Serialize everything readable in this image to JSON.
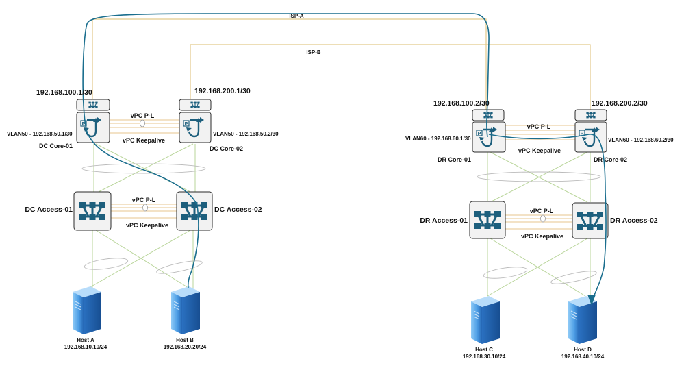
{
  "colors": {
    "wan": "#e2c98a",
    "vpc": "#e7c48d",
    "downlink": "#b9d59a",
    "flow": "#1a6e8e",
    "device_stroke": "#2a2a2a",
    "device_fill": "#f2f2f2",
    "icon": "#1d5f7d",
    "server_light": "#6fb6f0",
    "server_dark": "#2a79c9"
  },
  "wan": {
    "isp_a": "ISP-A",
    "isp_b": "ISP-B"
  },
  "dc": {
    "core1": {
      "name": "DC Core-01",
      "wan_ip": "192.168.100.1/30",
      "vlan_ip": "VLAN50 - 192.168.50.1/30",
      "icon": "layer3-router-icon"
    },
    "core2": {
      "name": "DC Core-02",
      "wan_ip": "192.168.200.1/30",
      "vlan_ip": "VLAN50 - 192.168.50.2/30",
      "icon": "layer3-router-icon"
    },
    "core_peer_link": "vPC P-L",
    "core_keepalive": "vPC Keepalive",
    "access1": {
      "name": "DC Access-01",
      "icon": "switch-icon"
    },
    "access2": {
      "name": "DC Access-02",
      "icon": "switch-icon"
    },
    "access_peer_link": "vPC P-L",
    "access_keepalive": "vPC Keepalive",
    "host_a": {
      "name": "Host A",
      "ip": "192.168.10.10/24",
      "icon": "server-icon"
    },
    "host_b": {
      "name": "Host B",
      "ip": "192.168.20.20/24",
      "icon": "server-icon"
    }
  },
  "dr": {
    "core1": {
      "name": "DR Core-01",
      "wan_ip": "192.168.100.2/30",
      "vlan_ip": "VLAN60 - 192.168.60.1/30",
      "icon": "layer3-router-icon"
    },
    "core2": {
      "name": "DR Core-02",
      "wan_ip": "192.168.200.2/30",
      "vlan_ip": "VLAN60 - 192.168.60.2/30",
      "icon": "layer3-router-icon"
    },
    "core_peer_link": "vPC P-L",
    "core_keepalive": "vPC Keepalive",
    "access1": {
      "name": "DR Access-01",
      "icon": "switch-icon"
    },
    "access2": {
      "name": "DR Access-02",
      "icon": "switch-icon"
    },
    "access_peer_link": "vPC P-L",
    "access_keepalive": "vPC Keepalive",
    "host_c": {
      "name": "Host C",
      "ip": "192.168.30.10/24",
      "icon": "server-icon"
    },
    "host_d": {
      "name": "Host D",
      "ip": "192.168.40.10/24",
      "icon": "server-icon"
    }
  }
}
